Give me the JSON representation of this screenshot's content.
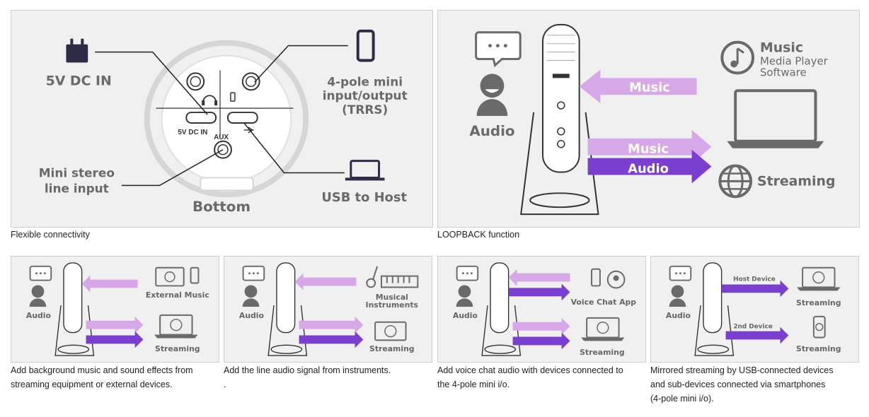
{
  "colors": {
    "panel_bg": "#f0f0f0",
    "icon_gray": "#6a6a6a",
    "dark_navy": "#2d2b45",
    "light_purple": "#d6a8e8",
    "deep_purple": "#7b3fd0"
  },
  "panels": {
    "connectivity": {
      "dc_in_label": "5V DC IN",
      "mini_io_label_1": "4-pole mini",
      "mini_io_label_2": "input/output",
      "mini_io_label_3": "(TRRS)",
      "stereo_in_label_1": "Mini stereo",
      "stereo_in_label_2": "line input",
      "usb_label": "USB to Host",
      "bottom_label": "Bottom",
      "port_dc_label": "5V DC IN",
      "port_aux_label": "AUX",
      "caption": "Flexible connectivity"
    },
    "loopback": {
      "audio_label": "Audio",
      "music_in_label": "Music",
      "music_out_label": "Music",
      "audio_out_label": "Audio",
      "player_title": "Music",
      "player_sub_1": "Media Player",
      "player_sub_2": "Software",
      "streaming_label": "Streaming",
      "caption": "LOOPBACK function"
    },
    "bgm": {
      "audio_label": "Audio",
      "source_label": "External Music",
      "streaming_label": "Streaming",
      "caption_1": "Add background music and sound effects from",
      "caption_2": "streaming equipment or external devices."
    },
    "instruments": {
      "audio_label": "Audio",
      "source_label_1": "Musical",
      "source_label_2": "Instruments",
      "streaming_label": "Streaming",
      "caption_1": "Add the line audio signal from instruments.",
      "caption_2": "."
    },
    "voicechat": {
      "audio_label": "Audio",
      "source_label": "Voice Chat App",
      "streaming_label": "Streaming",
      "caption_1": "Add voice chat audio with devices connected to",
      "caption_2": "the 4-pole mini i/o."
    },
    "mirrored": {
      "audio_label": "Audio",
      "host_label": "Host Device",
      "second_label": "2nd Device",
      "streaming_label_1": "Streaming",
      "streaming_label_2": "Streaming",
      "caption_1": "Mirrored streaming by USB-connected devices",
      "caption_2": "and sub-devices connected via smartphones",
      "caption_3": "(4-pole mini i/o)."
    }
  }
}
